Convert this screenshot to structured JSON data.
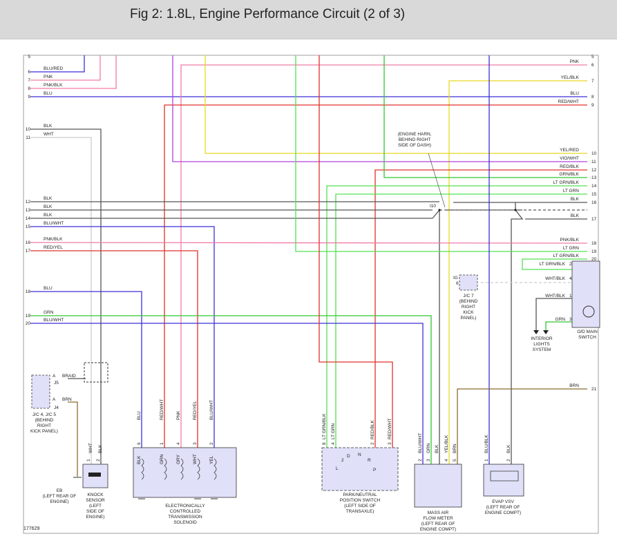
{
  "header": {
    "title": "Fig 2: 1.8L, Engine Performance Circuit (2 of 3)"
  },
  "figure_id": "177629",
  "colors": {
    "blu": "#3b2fd6",
    "pnk": "#f07aa8",
    "red": "#e0302a",
    "grn": "#2fc62f",
    "vio": "#b040e0",
    "yel": "#e8d820",
    "blk": "#555555",
    "wht": "#cccccc",
    "brn": "#8b6a2f",
    "ltgrn": "#50e050",
    "component_fill": "#e0e0f8"
  },
  "left_wires": [
    {
      "pin": "5",
      "label": ""
    },
    {
      "pin": "6",
      "label": "BLU/RED"
    },
    {
      "pin": "7",
      "label": "PNK"
    },
    {
      "pin": "8",
      "label": "PNK/BLK"
    },
    {
      "pin": "9",
      "label": "BLU"
    },
    {
      "pin": "10",
      "label": "BLK"
    },
    {
      "pin": "11",
      "label": "WHT"
    },
    {
      "pin": "12",
      "label": "BLK"
    },
    {
      "pin": "13",
      "label": "BLK"
    },
    {
      "pin": "14",
      "label": "BLK"
    },
    {
      "pin": "15",
      "label": "BLU/WHT"
    },
    {
      "pin": "16",
      "label": "PNK/BLK"
    },
    {
      "pin": "17",
      "label": "RED/YEL"
    },
    {
      "pin": "18",
      "label": "BLU"
    },
    {
      "pin": "19",
      "label": "GRN"
    },
    {
      "pin": "20",
      "label": "BLU/WHT"
    }
  ],
  "right_wires": [
    {
      "pin": "5",
      "label": ""
    },
    {
      "pin": "6",
      "label": "PNK"
    },
    {
      "pin": "7",
      "label": "YEL/BLK"
    },
    {
      "pin": "8",
      "label": "BLU"
    },
    {
      "pin": "9",
      "label": "RED/WHT"
    },
    {
      "pin": "10",
      "label": "YEL/RED"
    },
    {
      "pin": "11",
      "label": "VIO/WHT"
    },
    {
      "pin": "12",
      "label": "RED/BLK"
    },
    {
      "pin": "13",
      "label": "GRN/BLK"
    },
    {
      "pin": "14",
      "label": "LT GRN/BLK"
    },
    {
      "pin": "15",
      "label": "LT GRN"
    },
    {
      "pin": "16",
      "label": "BLK"
    },
    {
      "pin": "17",
      "label": "BLK"
    },
    {
      "pin": "18",
      "label": "PNK/BLK"
    },
    {
      "pin": "19",
      "label": "LT GRN"
    },
    {
      "pin": "20",
      "label": "LT GRN/BLK"
    },
    {
      "pin": "21",
      "label": "BRN"
    }
  ],
  "notes": {
    "engine_harn": [
      "(ENGINE HARN,",
      "BEHIND RIGHT",
      "SIDE OF DASH)"
    ],
    "i10": "I10"
  },
  "jc7": {
    "pin_ig": "IG",
    "pin_num": "6",
    "label": [
      "J/C 7",
      "(BEHIND",
      "RIGHT",
      "KICK",
      "PANEL)"
    ]
  },
  "od_switch": {
    "label": [
      "O/D MAIN",
      "SWITCH"
    ],
    "wires": [
      {
        "pin": "2",
        "label": "LT GRN/BLK"
      },
      {
        "pin": "4",
        "label": "WHT/BLK"
      },
      {
        "pin": "1",
        "label": "WHT/BLK"
      },
      {
        "pin": "3",
        "label": "GRN"
      }
    ],
    "interior": [
      "INTERIOR",
      "LIGHTS",
      "SYSTEM"
    ]
  },
  "jc4": {
    "label": [
      "J/C 4, J/C 5",
      "(BEHIND",
      "RIGHT",
      "KICK PANEL)"
    ],
    "wire_a1": "BRAID",
    "wire_a2": "BRN",
    "pin_a": "A",
    "pin_j5": "J5",
    "pin_j4": "J4"
  },
  "eb": {
    "label": [
      "EB",
      "(LEFT REAR OF",
      "ENGINE)"
    ]
  },
  "knock": {
    "label": [
      "KNOCK",
      "SENSOR",
      "(LEFT",
      "SIDE OF",
      "ENGINE)"
    ],
    "wires": [
      "WHT",
      "BLK"
    ],
    "pins": [
      "1",
      "2"
    ]
  },
  "ectsol": {
    "label": [
      "ELECTRONICALLY",
      "CONTROLLED",
      "TRANSMISSION",
      "SOLENOID"
    ],
    "wires": [
      "BLU",
      "RED/WHT",
      "PNK",
      "RED/YEL",
      "BLU/WHT"
    ],
    "pins": [
      "6",
      "1",
      "4",
      "3",
      "2"
    ],
    "inner": [
      "BLK",
      "GRN",
      "GRY",
      "WHT",
      "YEL"
    ]
  },
  "pnp": {
    "label": [
      "PARK/NEUTRAL",
      "POSITION SWITCH",
      "(LEFT SIDE OF",
      "TRANSAXLE)"
    ],
    "wires": [
      "LT GRN/BLK",
      "LT GRN",
      "RED/BLK",
      "RED/WHT"
    ],
    "pins": [
      "8",
      "4",
      "2",
      "3"
    ],
    "positions": [
      "D",
      "N",
      "2",
      "R",
      "L",
      "P"
    ]
  },
  "maf": {
    "label": [
      "MASS AIR",
      "FLOW METER",
      "(LEFT REAR OF",
      "ENGINE COMPT)"
    ],
    "wires": [
      "BLU/WHT",
      "GRN",
      "YEL/BLK",
      "BLK",
      "BRN"
    ],
    "pins": [
      "2",
      "3",
      "4",
      "5"
    ]
  },
  "evap": {
    "label": [
      "EVAP VSV",
      "(LEFT REAR OF",
      "ENGINE COMPT)"
    ],
    "wires": [
      "BLU/BLK",
      "BLK"
    ],
    "pins": [
      "1",
      "2"
    ]
  }
}
